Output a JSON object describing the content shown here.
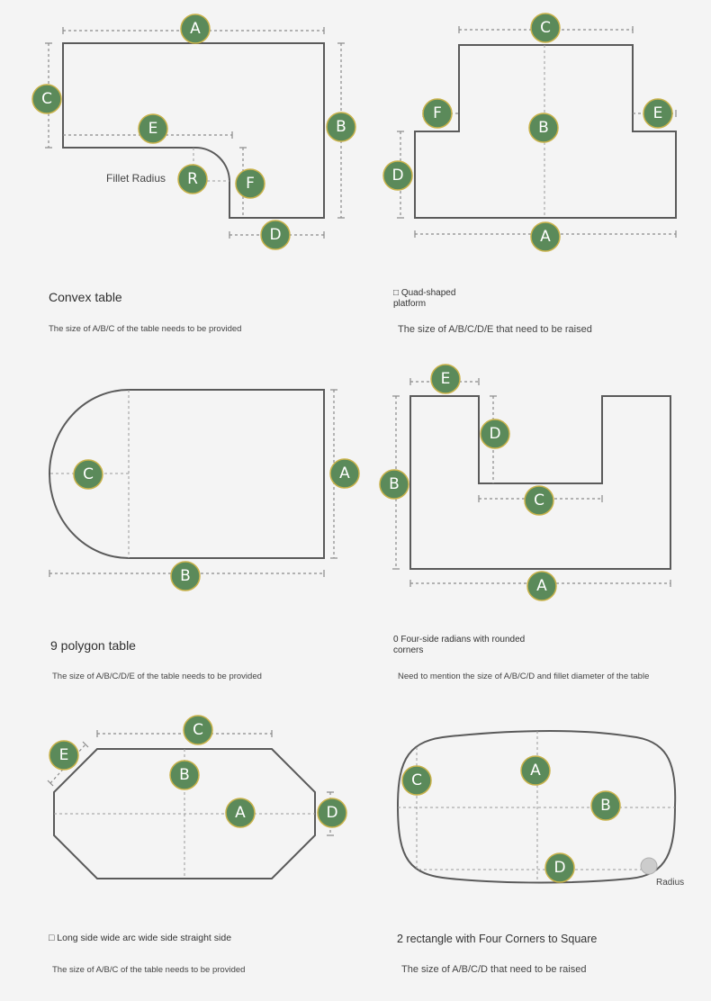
{
  "panels": [
    {
      "title": "Convex table",
      "description": "The size of A/B/C of the table needs to be provided",
      "badges": [
        "A",
        "C",
        "E",
        "R",
        "F",
        "B",
        "D"
      ],
      "annotation": "Fillet Radius"
    },
    {
      "title_line1": "□ Quad-shaped",
      "title_line2": "platform",
      "description": "The size of A/B/C/D/E that need to be raised",
      "badges": [
        "C",
        "F",
        "B",
        "E",
        "D",
        "A"
      ]
    },
    {
      "title": "9 polygon table",
      "description": "The size of A/B/C/D/E of the table needs to be provided",
      "badges": [
        "C",
        "A",
        "B"
      ]
    },
    {
      "title_line1": "0 Four-side radians with rounded",
      "title_line2": "corners",
      "description": "Need to mention the size of A/B/C/D and fillet diameter of the table",
      "badges": [
        "E",
        "D",
        "B",
        "C",
        "A"
      ]
    },
    {
      "title": "□ Long side wide arc wide side straight side",
      "description": "The size of A/B/C of the table needs to be provided",
      "badges": [
        "C",
        "E",
        "B",
        "A",
        "D"
      ]
    },
    {
      "title": "2 rectangle with Four Corners to Square",
      "description": "The size of A/B/C/D that need to be raised",
      "badges": [
        "C",
        "A",
        "B",
        "D"
      ],
      "annotation": "Radius"
    }
  ],
  "colors": {
    "badge_fill": "#5b8a5a",
    "badge_ring": "#c9b24a",
    "shape_stroke": "#5a5a5a",
    "background": "#f4f4f4"
  }
}
